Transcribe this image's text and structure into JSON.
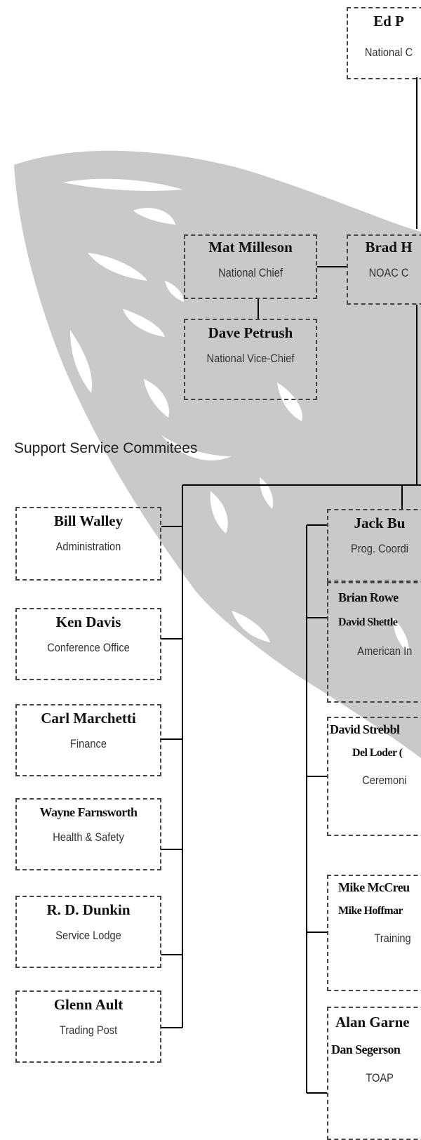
{
  "section_label": "Support Service Commitees",
  "top": {
    "ed": {
      "name": "Ed P",
      "role": "National C"
    },
    "mat": {
      "name": "Mat Milleson",
      "role": "National Chief"
    },
    "brad": {
      "name": "Brad H",
      "role": "NOAC C"
    },
    "dave": {
      "name": "Dave Petrush",
      "role": "National Vice-Chief"
    }
  },
  "support": [
    {
      "name": "Bill Walley",
      "role": "Administration"
    },
    {
      "name": "Ken Davis",
      "role": "Conference Office"
    },
    {
      "name": "Carl Marchetti",
      "role": "Finance"
    },
    {
      "name": "Wayne Farnsworth",
      "role": "Health & Safety"
    },
    {
      "name": "R. D. Dunkin",
      "role": "Service Lodge"
    },
    {
      "name": "Glenn Ault",
      "role": "Trading Post"
    }
  ],
  "program": [
    {
      "name": "Jack Bu",
      "role": "Prog. Coordi"
    },
    {
      "name": "Brian Rowe",
      "name2": "David Shettle",
      "role": "American In"
    },
    {
      "name": "David Strebbl",
      "name2": "Del Loder (",
      "role": "Ceremoni"
    },
    {
      "name": "Mike McCreu",
      "name2": "Mike Hoffmar",
      "role": "Training"
    },
    {
      "name": "Alan Garne",
      "name2": "Dan Segerson",
      "role": "TOAP"
    }
  ],
  "colors": {
    "watermark": "#c9c9c9",
    "border": "#444444",
    "line": "#000000"
  },
  "icons": {
    "background": "arrowhead-watermark-icon"
  }
}
